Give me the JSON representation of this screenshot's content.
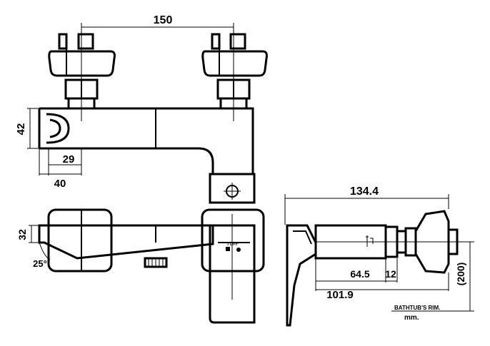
{
  "dimensions": {
    "top_span": "150",
    "left_height": "42",
    "inner_29": "29",
    "outer_40": "40",
    "side_height": "32",
    "angle": "25°",
    "depth_total": "134.4",
    "depth_64": "64.5",
    "depth_12": "12",
    "depth_101": "101.9",
    "height_200": "(200)",
    "handle_mark": "I OFF"
  },
  "notes": {
    "rim": "BATHTUB'S RIM.",
    "unit": "mm."
  },
  "colors": {
    "ink": "#000000",
    "paper": "#ffffff"
  }
}
